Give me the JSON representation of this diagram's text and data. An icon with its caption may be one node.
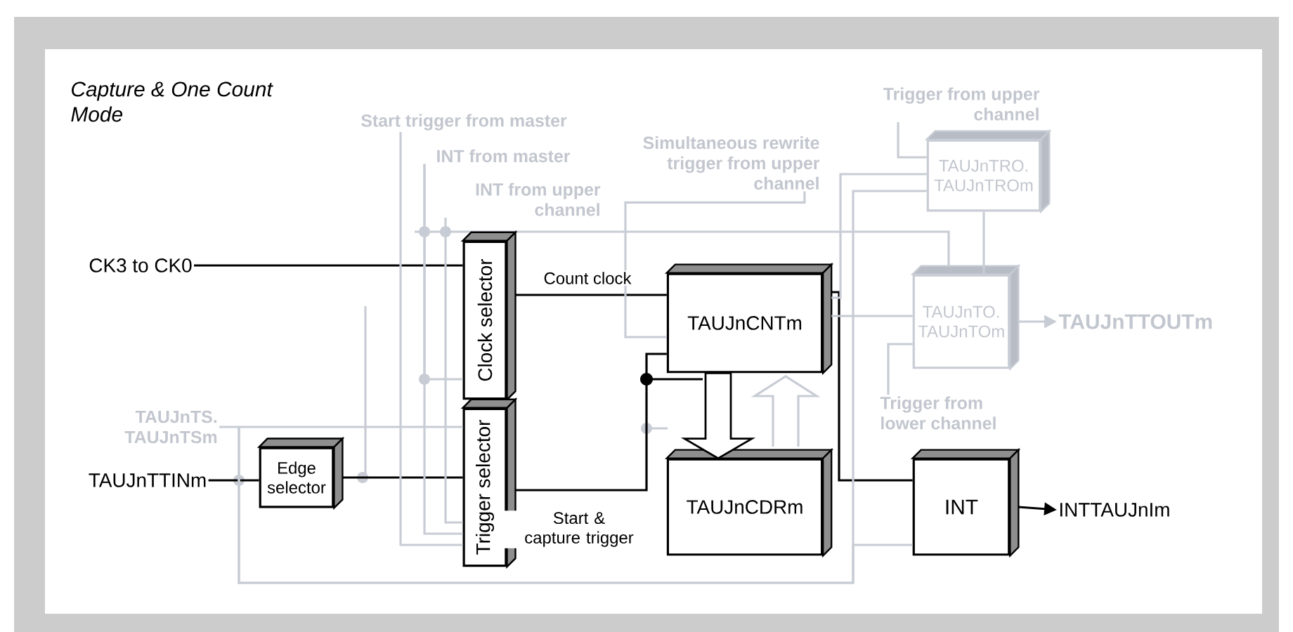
{
  "diagram": {
    "title": "Capture & One Count Mode",
    "nodes": [
      {
        "text": [
          "CK3 to CK0"
        ]
      },
      {
        "text": [
          "Clock selector"
        ]
      },
      {
        "text": [
          "Trigger selector"
        ]
      },
      {
        "text": [
          "Edge selector"
        ]
      },
      {
        "text": [
          "TAUJnTTINm"
        ]
      },
      {
        "text": [
          "TAUJnTS. TAUJnTSm"
        ]
      },
      {
        "text": [
          "TAUJnCNTm"
        ]
      },
      {
        "text": [
          "TAUJnCDRm"
        ]
      },
      {
        "text": [
          "INT"
        ]
      },
      {
        "text": [
          "INTTAUJnIm"
        ]
      },
      {
        "text": [
          "TAUJnTO. TAUJnTOm"
        ]
      },
      {
        "text": [
          "TAUJnTTOUTm"
        ]
      },
      {
        "text": [
          "TAUJnTRO. TAUJnTROm"
        ]
      },
      {
        "text": [
          "Start trigger from master"
        ]
      },
      {
        "text": [
          "INT from master"
        ]
      },
      {
        "text": [
          "INT from upper channel"
        ]
      },
      {
        "text": [
          "Simultaneous rewrite trigger from upper channel"
        ]
      },
      {
        "text": [
          "Trigger from upper channel"
        ]
      },
      {
        "text": [
          "Trigger from lower channel"
        ]
      }
    ],
    "edges": [
      {
        "from": 0,
        "to": 1,
        "arrow": "none",
        "color": "#000000"
      },
      {
        "from": 1,
        "to": 6,
        "arrow": "none",
        "label": "Count clock",
        "color": "#000000"
      },
      {
        "from": 2,
        "to": 6,
        "arrow": "none",
        "label": "Start & capture trigger",
        "color": "#000000"
      },
      {
        "from": 6,
        "to": 7,
        "arrow": "to",
        "style": "thick",
        "color": "#000000"
      },
      {
        "from": 6,
        "to": 8,
        "arrow": "none",
        "color": "#000000"
      },
      {
        "from": 8,
        "to": 9,
        "arrow": "to",
        "color": "#000000"
      },
      {
        "from": 10,
        "to": 11,
        "arrow": "to",
        "color": "#c8ccd4"
      },
      {
        "from": 4,
        "to": 3,
        "arrow": "none",
        "color": "#000000"
      },
      {
        "from": 3,
        "to": 2,
        "arrow": "none",
        "color": "#000000"
      },
      {
        "from": 5,
        "to": 2,
        "arrow": "none",
        "color": "#c8ccd4"
      },
      {
        "from": 13,
        "to": 2,
        "arrow": "none",
        "color": "#c8ccd4"
      },
      {
        "from": 14,
        "to": 2,
        "arrow": "none",
        "color": "#c8ccd4"
      },
      {
        "from": 15,
        "to": 2,
        "arrow": "none",
        "color": "#c8ccd4"
      },
      {
        "from": 16,
        "to": 6,
        "arrow": "none",
        "color": "#c8ccd4"
      },
      {
        "from": 17,
        "to": 12,
        "arrow": "none",
        "color": "#c8ccd4"
      },
      {
        "from": 12,
        "to": 10,
        "arrow": "none",
        "color": "#c8ccd4"
      },
      {
        "from": 18,
        "to": 10,
        "arrow": "none",
        "color": "#c8ccd4"
      },
      {
        "from": 6,
        "to": 10,
        "arrow": "none",
        "color": "#c8ccd4"
      },
      {
        "from": 5,
        "to": 8,
        "arrow": "none",
        "color": "#c8ccd4"
      },
      {
        "from": 6,
        "to": 12,
        "arrow": "none",
        "color": "#c8ccd4"
      },
      {
        "from": 5,
        "to": 12,
        "arrow": "none",
        "color": "#c8ccd4"
      },
      {
        "from": 14,
        "to": 1,
        "arrow": "none",
        "color": "#c8ccd4"
      }
    ]
  }
}
